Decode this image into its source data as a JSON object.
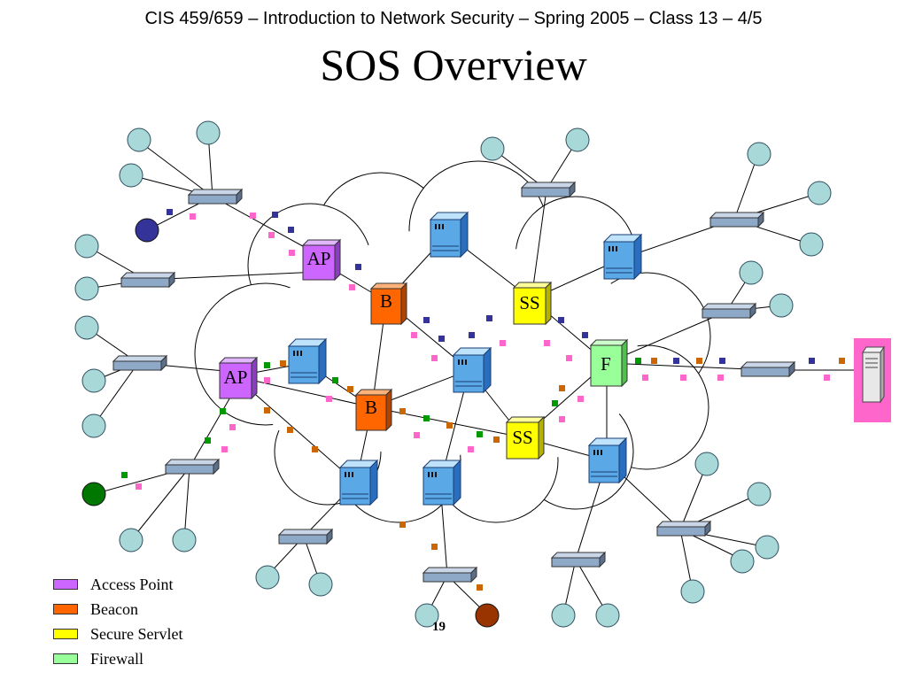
{
  "slide": {
    "header": "CIS 459/659 – Introduction to Network Security – Spring 2005 – Class 13 – 4/5",
    "title": "SOS Overview",
    "page_number": "19"
  },
  "node_labels": {
    "access_point": "AP",
    "beacon": "B",
    "secure_servlet": "SS",
    "firewall": "F"
  },
  "legend": [
    {
      "label": "Access Point",
      "color": "#cc66ff"
    },
    {
      "label": "Beacon",
      "color": "#ff6600"
    },
    {
      "label": "Secure Servlet",
      "color": "#ffff00"
    },
    {
      "label": "Firewall",
      "color": "#99ff99"
    }
  ],
  "colors": {
    "router": "#5aa8e6",
    "host": "#a8d8d8",
    "switch": "#8ea8c8",
    "server": "#ff66cc",
    "packet_navy": "#333399",
    "packet_pink": "#ff66cc",
    "packet_orange": "#cc6600",
    "packet_green": "#009900",
    "source_navy": "#333399",
    "source_green": "#007700",
    "source_brown": "#993300"
  }
}
